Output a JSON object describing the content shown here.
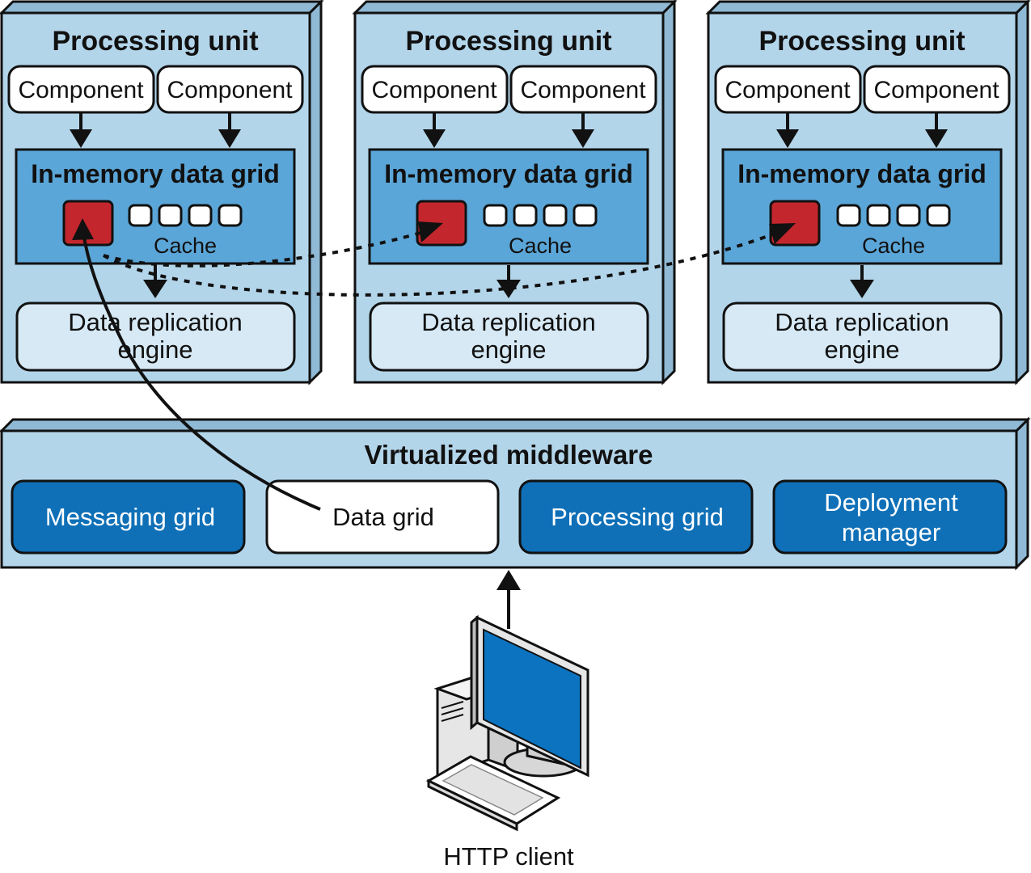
{
  "processing_units": [
    {
      "title": "Processing unit",
      "components": [
        "Component",
        "Component"
      ],
      "grid_title": "In-memory data grid",
      "cache_label": "Cache",
      "replication": [
        "Data replication",
        "engine"
      ]
    },
    {
      "title": "Processing unit",
      "components": [
        "Component",
        "Component"
      ],
      "grid_title": "In-memory data grid",
      "cache_label": "Cache",
      "replication": [
        "Data replication",
        "engine"
      ]
    },
    {
      "title": "Processing unit",
      "components": [
        "Component",
        "Component"
      ],
      "grid_title": "In-memory data grid",
      "cache_label": "Cache",
      "replication": [
        "Data replication",
        "engine"
      ]
    }
  ],
  "middleware": {
    "title": "Virtualized middleware",
    "items": [
      {
        "lines": [
          "Messaging grid"
        ]
      },
      {
        "lines": [
          "Data grid"
        ]
      },
      {
        "lines": [
          "Processing grid"
        ]
      },
      {
        "lines": [
          "Deployment",
          "manager"
        ]
      }
    ]
  },
  "client": {
    "label": "HTTP client"
  },
  "colors": {
    "unit_fill": "#b3d5ea",
    "grid_fill": "#5ba6d8",
    "replication_fill": "#d6e9f5",
    "cache_red": "#c4262e",
    "button_blue": "#0f70b7",
    "screen_blue": "#0b73c0"
  }
}
